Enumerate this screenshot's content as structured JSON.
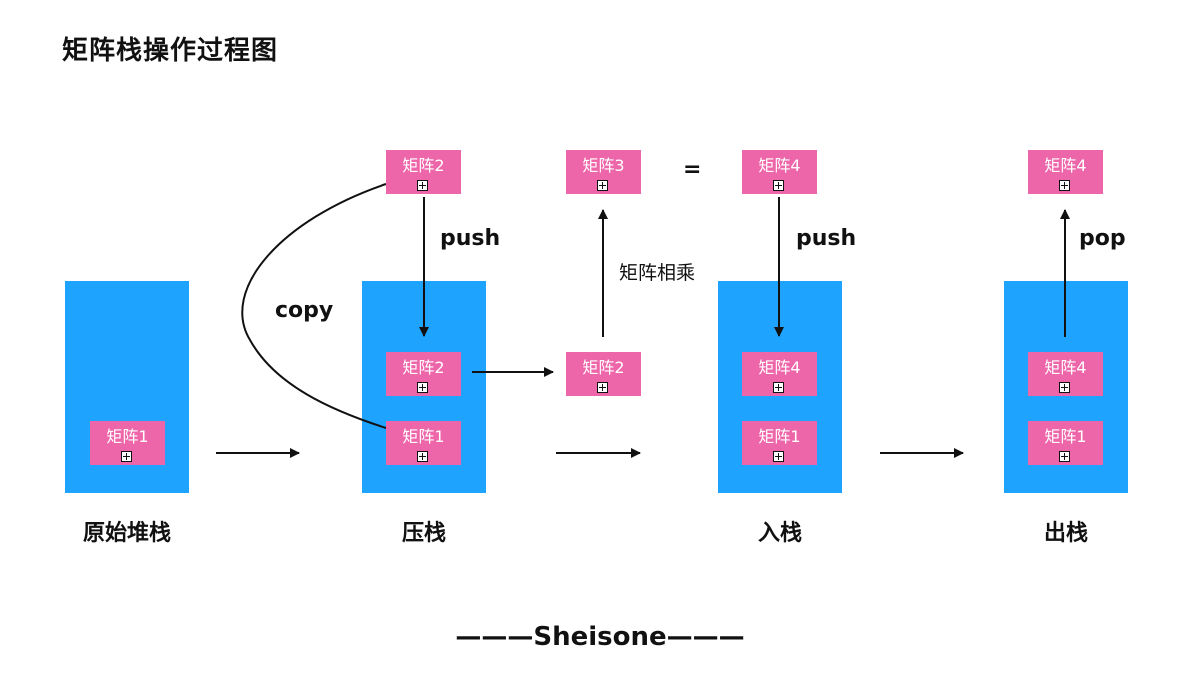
{
  "title": "矩阵栈操作过程图",
  "matrices": {
    "m1_original": "矩阵1",
    "m2_top_copy": "矩阵2",
    "m2_in_stack": "矩阵2",
    "m1_push_stack": "矩阵1",
    "m3": "矩阵3",
    "m2_multiply": "矩阵2",
    "m4_top": "矩阵4",
    "m4_in_stack": "矩阵4",
    "m1_in_stack": "矩阵1",
    "m4_pop_top": "矩阵4",
    "m4_pop_stack": "矩阵4",
    "m1_pop_stack": "矩阵1"
  },
  "labels": {
    "copy": "copy",
    "push1": "push",
    "equals": "=",
    "multiply": "矩阵相乘",
    "push2": "push",
    "pop": "pop"
  },
  "captions": {
    "original": "原始堆栈",
    "press": "压栈",
    "enter": "入栈",
    "exit": "出栈"
  },
  "footer": "———Sheisone———",
  "colors": {
    "stack": "#1ea4ff",
    "matrix": "#ee66aa"
  }
}
